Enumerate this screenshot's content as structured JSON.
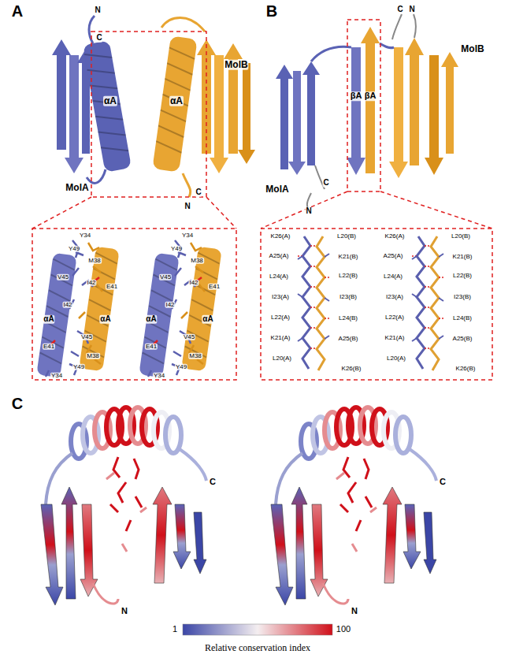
{
  "diagram": {
    "labels": [
      "A",
      "N",
      "C",
      "αA",
      "αA",
      "MolB",
      "MolA",
      "C",
      "N",
      "Y34",
      "Y49",
      "M38",
      "V45",
      "I42",
      "E41",
      "I42",
      "αA",
      "αA",
      "E41",
      "V45",
      "M38",
      "Y49",
      "Y34",
      "Y34",
      "Y49",
      "M38",
      "V45",
      "I42",
      "E41",
      "I42",
      "αA",
      "αA",
      "E41",
      "V45",
      "M38",
      "Y49",
      "Y34",
      "B",
      "C",
      "N",
      "MolB",
      "MolA",
      "βA",
      "βA",
      "C",
      "N",
      "K26(A)",
      "L20(B)",
      "A25(A)",
      "K21(B)",
      "L24(A)",
      "L22(B)",
      "I23(A)",
      "I23(B)",
      "L22(A)",
      "L24(B)",
      "K21(A)",
      "A25(B)",
      "L20(A)",
      "K26(B)",
      "K26(A)",
      "L20(B)",
      "A25(A)",
      "K21(B)",
      "L24(A)",
      "L22(B)",
      "I23(A)",
      "I23(B)",
      "L22(A)",
      "L24(B)",
      "K21(A)",
      "A25(B)",
      "L20(A)",
      "K26(B)",
      "C",
      "C",
      "N",
      "C",
      "N",
      "1",
      "100",
      "Relative conservation index"
    ]
  }
}
